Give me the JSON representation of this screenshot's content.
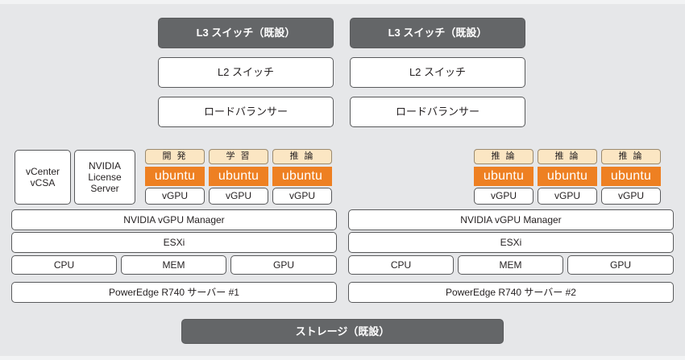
{
  "diagram": {
    "title": "NVIDIA vGPU virtualization infrastructure diagram",
    "colors": {
      "background": "#e6e7e9",
      "dark_box": "#646668",
      "white_box": "#ffffff",
      "border": "#58595b",
      "cream_box": "#fbe6c3",
      "cream_border": "#9b8a6e",
      "ubuntu_orange": "#ee8022"
    },
    "network": {
      "left_column": [
        {
          "label": "L3 スイッチ（既設）",
          "style": "dark"
        },
        {
          "label": "L2 スイッチ",
          "style": "white"
        },
        {
          "label": "ロードバランサー",
          "style": "white"
        }
      ],
      "right_column": [
        {
          "label": "L3 スイッチ（既設）",
          "style": "dark"
        },
        {
          "label": "L2 スイッチ",
          "style": "white"
        },
        {
          "label": "ロードバランサー",
          "style": "white"
        }
      ]
    },
    "server1": {
      "management_vms": [
        {
          "label_line1": "vCenter",
          "label_line2": "vCSA"
        },
        {
          "label_line1": "NVIDIA",
          "label_line2": "License",
          "label_line3": "Server"
        }
      ],
      "workload_vms": [
        {
          "role": "開 発",
          "os": "ubuntu",
          "gpu": "vGPU"
        },
        {
          "role": "学 習",
          "os": "ubuntu",
          "gpu": "vGPU"
        },
        {
          "role": "推 論",
          "os": "ubuntu",
          "gpu": "vGPU"
        }
      ],
      "vgpu_manager": "NVIDIA vGPU Manager",
      "hypervisor": "ESXi",
      "resources": [
        "CPU",
        "MEM",
        "GPU"
      ],
      "hardware": "PowerEdge R740 サーバー #1"
    },
    "server2": {
      "workload_vms": [
        {
          "role": "推 論",
          "os": "ubuntu",
          "gpu": "vGPU"
        },
        {
          "role": "推 論",
          "os": "ubuntu",
          "gpu": "vGPU"
        },
        {
          "role": "推 論",
          "os": "ubuntu",
          "gpu": "vGPU"
        }
      ],
      "vgpu_manager": "NVIDIA vGPU Manager",
      "hypervisor": "ESXi",
      "resources": [
        "CPU",
        "MEM",
        "GPU"
      ],
      "hardware": "PowerEdge R740 サーバー #2"
    },
    "storage": {
      "label": "ストレージ（既設）"
    }
  }
}
